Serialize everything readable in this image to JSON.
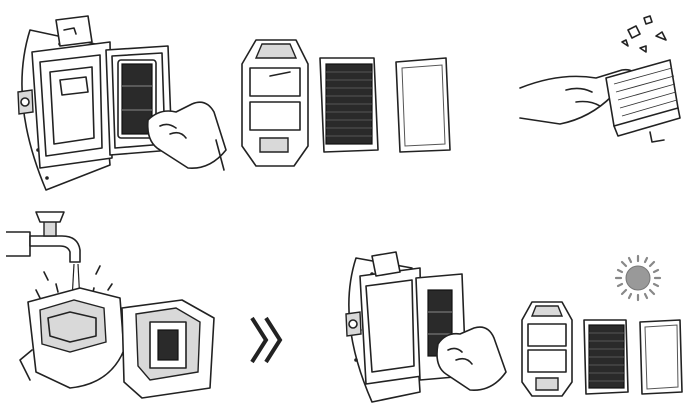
{
  "steps": [
    {
      "id": 1,
      "icons": [
        "bin-open-icon",
        "hand-icon",
        "filter-housing-icon",
        "hepa-filter-icon",
        "sponge-filter-icon"
      ]
    },
    {
      "id": 2,
      "icons": [
        "hand-tapping-filter-icon",
        "dust-debris-icon"
      ]
    },
    {
      "id": 3,
      "icons": [
        "water-tap-icon",
        "water-drops-icon",
        "bin-rinse-icon"
      ]
    },
    {
      "id": 4,
      "icons": [
        "next-arrow-icon"
      ]
    },
    {
      "id": 5,
      "icons": [
        "bin-open-icon",
        "hand-icon",
        "filter-housing-icon",
        "hepa-filter-icon",
        "sponge-filter-icon",
        "sun-icon"
      ]
    }
  ],
  "colors": {
    "ink": "#222222",
    "shade": "#d9d9d9",
    "dark": "#2a2a2a",
    "sun": "#888888"
  }
}
